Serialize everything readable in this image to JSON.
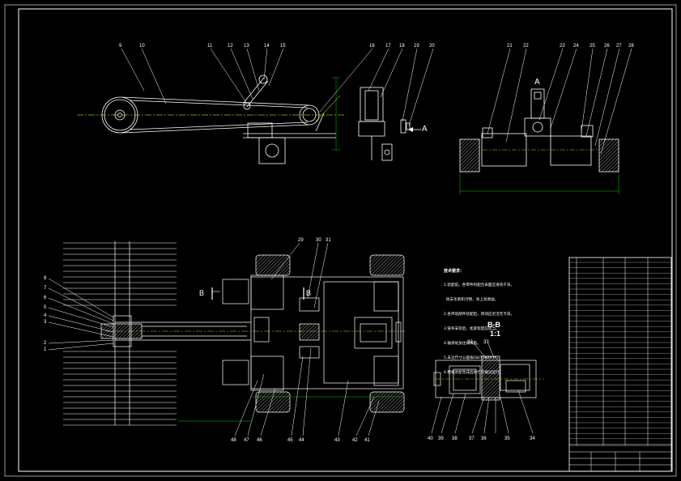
{
  "view_labels": {
    "top_view_arrow": "A",
    "side_view_title": "A",
    "section_cut_left": "B",
    "section_cut_right": "B",
    "section_title": "B-B",
    "section_scale": "1:1"
  },
  "callouts_top": [
    "9",
    "10",
    "11",
    "12",
    "13",
    "14",
    "15",
    "16",
    "17",
    "18",
    "19",
    "20"
  ],
  "callouts_side": [
    "21",
    "22",
    "23",
    "24",
    "25",
    "26",
    "27",
    "28"
  ],
  "callouts_plan_top": [
    "29",
    "30",
    "31"
  ],
  "callouts_left": [
    "8",
    "7",
    "6",
    "5",
    "4",
    "3",
    "2",
    "1"
  ],
  "callouts_bottom": [
    "48",
    "47",
    "46",
    "45",
    "44",
    "43",
    "42",
    "41"
  ],
  "callouts_section": [
    "32",
    "33",
    "40",
    "39",
    "38",
    "37",
    "36",
    "35",
    "34"
  ],
  "notes": {
    "title": "技术要求：",
    "lines": [
      "1.装配前，各零件的配合表面应清洗干净，",
      "  除去毛刺和污物，涂上润滑油。",
      "2.各传动部件装配后，转动应灵活无卡滞。",
      "3.链条安装后，松紧程度应适当。",
      "4.轴承处加注润滑脂。",
      "5.未注尺寸公差按GB/T1804-m。",
      "6.整机装配完成后进行空载试运行。"
    ]
  },
  "colors": {
    "line": "#ffffff",
    "accent": "#ffff00",
    "annotation": "#00ff00"
  }
}
